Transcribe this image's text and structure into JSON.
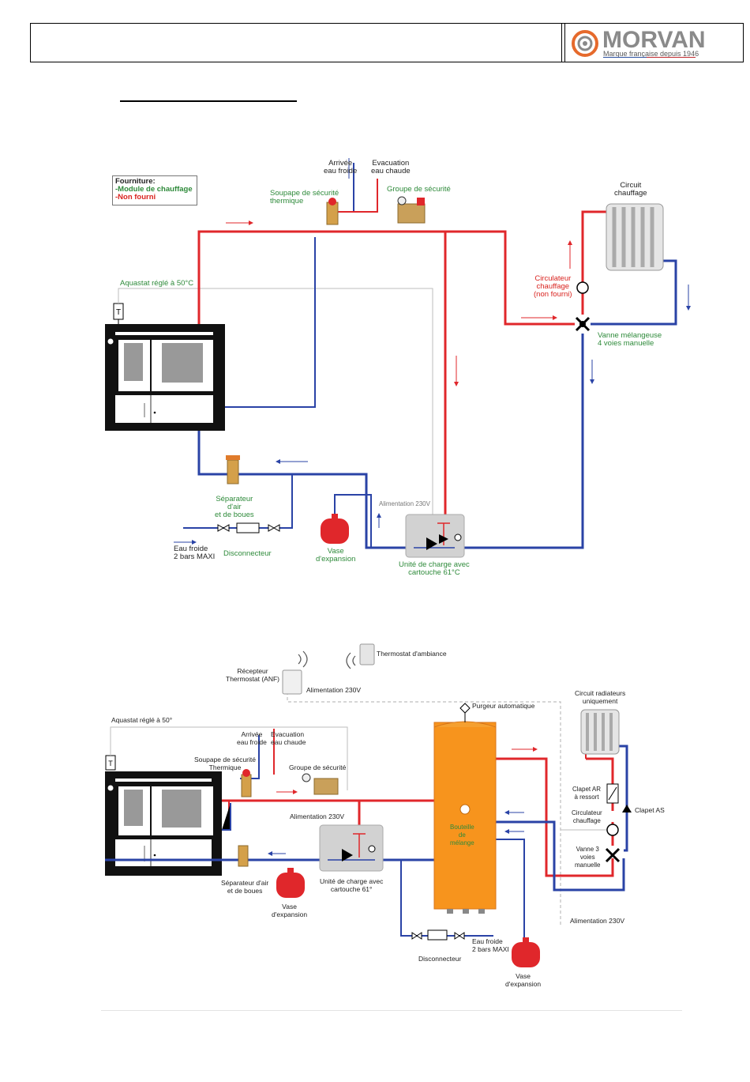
{
  "header": {
    "brand": "MORVAN",
    "tagline": "Marque française depuis 1946"
  },
  "legend": {
    "title": "Fourniture:",
    "supplied": "-Module de chauffage",
    "not_supplied": "-Non fourni"
  },
  "diagram1": {
    "arrivee": "Arrivée\neau froide",
    "evacuation": "Evacuation\neau chaude",
    "soupape": "Soupape de sécurité\nthermique",
    "groupe": "Groupe de sécurité",
    "circuit": "Circuit\nchauffage",
    "aquastat": "Aquastat réglé à 50°C",
    "thermo_t": "T",
    "circulateur": "Circulateur\nchauffage\n(non fourni)",
    "vanne": "Vanne mélangeuse\n4 voies manuelle",
    "separateur": "Séparateur\nd'air\net de boues",
    "eau_froide": "Eau froide\n2 bars MAXI",
    "disconnecteur": "Disconnecteur",
    "vase": "Vase\nd'expansion",
    "alimentation": "Alimentation 230V",
    "unite": "Unité de charge avec\ncartouche 61°C"
  },
  "diagram2": {
    "thermostat": "Thermostat d'ambiance",
    "recepteur": "Récepteur\nThermostat (ANF)",
    "alimentation_top": "Alimentation 230V",
    "purgeur": "Purgeur automatique",
    "circuit_rad": "Circuit radiateurs\nuniquement",
    "aquastat": "Aquastat réglé à 50°",
    "thermo_t": "T",
    "arrivee": "Arrivée\neau froide",
    "evacuation": "Evacuation\neau chaude",
    "soupape": "Soupape de sécurité\nThermique",
    "groupe": "Groupe de sécurité",
    "alimentation_mid": "Alimentation 230V",
    "bouteille": "Bouteille\nde\nmélange",
    "clapet_ar": "Clapet AR\nà ressort",
    "clapet_as": "Clapet AS",
    "circulateur": "Circulateur\nchauffage",
    "vanne": "Vanne 3\nvoies\nmanuelle",
    "separateur": "Séparateur d'air\net de boues",
    "unite": "Unité de charge avec\ncartouche 61°",
    "vase1": "Vase\nd'expansion",
    "alimentation_bot": "Alimentation 230V",
    "eau_froide": "Eau froide\n2 bars MAXI",
    "disconnecteur": "Disconnecteur",
    "vase2": "Vase\nd'expansion"
  },
  "colors": {
    "hot": "#e0272b",
    "cold": "#2a43a6",
    "signal": "#b5b5b5",
    "label_green": "#2e8a3a",
    "tank": "#f7941d"
  }
}
